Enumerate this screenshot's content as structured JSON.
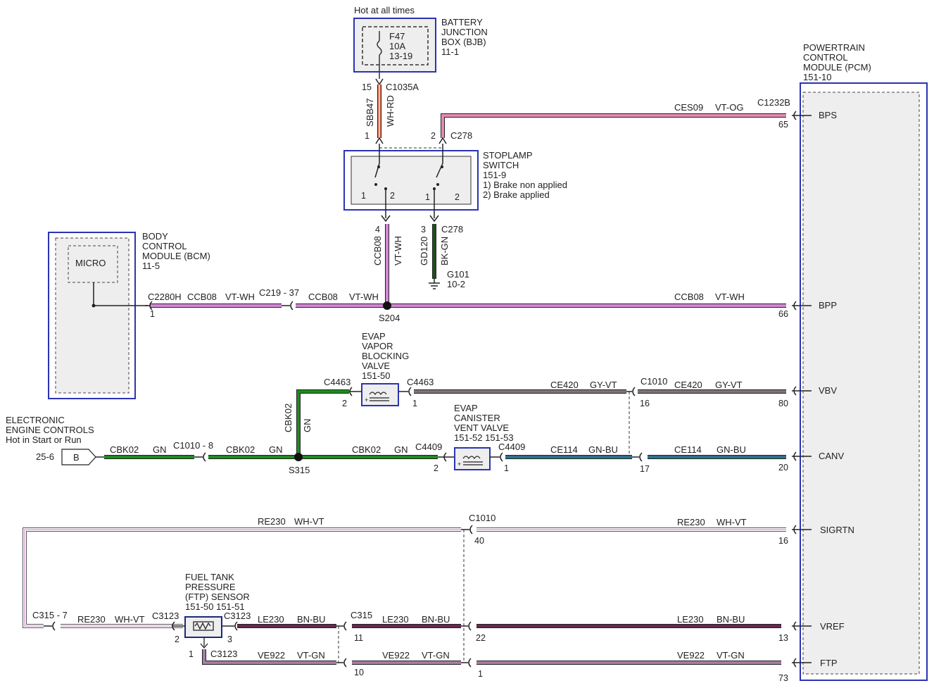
{
  "colors": {
    "vt_og": "#e48ab4",
    "vt_wh": "#d487d6",
    "wh_rd": "#e06a4a",
    "bk_gn": "#1e4f1e",
    "gn": "#1f8a1f",
    "gy_vt": "#7c7478",
    "gn_bu": "#2c7b73",
    "wh_vt": "#dba8da",
    "bn_bu": "#6a2752",
    "vt_gn": "#a87ba6",
    "box_blue": "#2b33b3"
  },
  "bjb": {
    "supply": "Hot at all times",
    "fuse_name": "F47",
    "fuse_rating": "10A",
    "fuse_ref": "13-19",
    "title1": "BATTERY",
    "title2": "JUNCTION",
    "title3": "BOX (BJB)",
    "ref": "11-1"
  },
  "pcm": {
    "title1": "POWERTRAIN",
    "title2": "CONTROL",
    "title3": "MODULE (PCM)",
    "ref": "151-10",
    "bps": "BPS",
    "bpp": "BPP",
    "vbv": "VBV",
    "canv": "CANV",
    "sigrtn": "SIGRTN",
    "vref": "VREF",
    "ftp": "FTP"
  },
  "stoplamp": {
    "title1": "STOPLAMP",
    "title2": "SWITCH",
    "ref": "151-9",
    "note1": "1) Brake non applied",
    "note2": "2) Brake applied",
    "p1a": "1",
    "p2a": "2",
    "p1b": "1",
    "p2b": "2"
  },
  "bcm": {
    "micro": "MICRO",
    "title1": "BODY",
    "title2": "CONTROL",
    "title3": "MODULE (BCM)",
    "ref": "11-5"
  },
  "evap_vbv": {
    "title1": "EVAP",
    "title2": "VAPOR",
    "title3": "BLOCKING",
    "title4": "VALVE",
    "ref": "151-50"
  },
  "evap_cvv": {
    "title1": "EVAP",
    "title2": "CANISTER",
    "title3": "VENT VALVE",
    "ref": "151-52  151-53"
  },
  "ftp_sensor": {
    "title1": "FUEL TANK",
    "title2": "PRESSURE",
    "title3": "(FTP) SENSOR",
    "ref": "151-50  151-51"
  },
  "eec": {
    "title1": "ELECTRONIC",
    "title2": "ENGINE CONTROLS",
    "title3": "Hot in Start or Run",
    "page": "25-6",
    "connector": "B"
  },
  "labels": {
    "c1035a": "C1035A",
    "pin15": "15",
    "sbb47": "SBB47",
    "whrd": "WH-RD",
    "pin1_sbb": "1",
    "pin2_c278": "2",
    "c278_top": "C278",
    "ces09": "CES09",
    "vtog": "VT-OG",
    "c1232b": "C1232B",
    "pin65": "65",
    "pin4": "4",
    "ccb08_v": "CCB08",
    "vtwh_v": "VT-WH",
    "pin3": "3",
    "c278_bot": "C278",
    "gd120": "GD120",
    "bkgn": "BK-GN",
    "g101": "G101",
    "g101_ref": "10-2",
    "c2280h": "C2280H",
    "ccb08_a": "CCB08",
    "vtwh_a": "VT-WH",
    "pin1_bcm": "1",
    "c219": "C219 - 37",
    "ccb08_b": "CCB08",
    "vtwh_b": "VT-WH",
    "s204": "S204",
    "ccb08_c": "CCB08",
    "vtwh_c": "VT-WH",
    "pin66": "66",
    "c4463_l": "C4463",
    "pin2_vbv": "2",
    "c4463_r": "C4463",
    "pin1_vbv": "1",
    "ce420_a": "CE420",
    "gyvt_a": "GY-VT",
    "c1010_a": "C1010",
    "pin16_a": "16",
    "ce420_b": "CE420",
    "gyvt_b": "GY-VT",
    "pin80": "80",
    "cbk02_v": "CBK02",
    "gn_v": "GN",
    "cbk02_a": "CBK02",
    "gn_a": "GN",
    "c1010_8": "C1010 - 8",
    "cbk02_b": "CBK02",
    "gn_b": "GN",
    "s315": "S315",
    "cbk02_c": "CBK02",
    "gn_c": "GN",
    "c4409_l": "C4409",
    "pin2_cvv": "2",
    "c4409_r": "C4409",
    "pin1_cvv": "1",
    "ce114_a": "CE114",
    "gnbu_a": "GN-BU",
    "pin17": "17",
    "ce114_b": "CE114",
    "gnbu_b": "GN-BU",
    "pin20": "20",
    "re230_a": "RE230",
    "whvt_a": "WH-VT",
    "c1010_b": "C1010",
    "pin40": "40",
    "re230_b": "RE230",
    "whvt_b": "WH-VT",
    "pin16_b": "16",
    "c315_7": "C315 - 7",
    "re230_c": "RE230",
    "whvt_c": "WH-VT",
    "c3123_l": "C3123",
    "pin2_ftp": "2",
    "c3123_r": "C3123",
    "pin3_ftp": "3",
    "le230_a": "LE230",
    "bnbu_a": "BN-BU",
    "c315": "C315",
    "pin11": "11",
    "le230_b": "LE230",
    "bnbu_b": "BN-BU",
    "pin22": "22",
    "le230_c": "LE230",
    "bnbu_c": "BN-BU",
    "pin13": "13",
    "pin1_ftp": "1",
    "c3123_b": "C3123",
    "ve922_a": "VE922",
    "vtgn_a": "VT-GN",
    "pin10": "10",
    "ve922_b": "VE922",
    "vtgn_b": "VT-GN",
    "pin1_ftpc": "1",
    "ve922_c": "VE922",
    "vtgn_c": "VT-GN",
    "pin73": "73"
  }
}
